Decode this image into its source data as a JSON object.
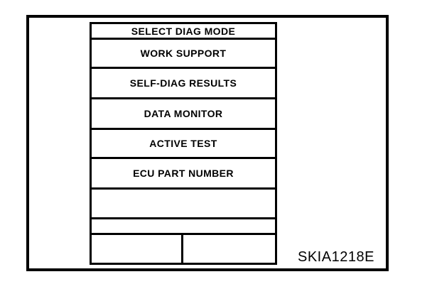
{
  "figure": {
    "code": "SKIA1218E"
  },
  "menu": {
    "title": "SELECT DIAG MODE",
    "items": [
      {
        "label": "WORK SUPPORT"
      },
      {
        "label": "SELF-DIAG RESULTS"
      },
      {
        "label": "DATA MONITOR"
      },
      {
        "label": "ACTIVE TEST"
      },
      {
        "label": "ECU PART NUMBER"
      }
    ]
  },
  "colors": {
    "foreground": "#000000",
    "background": "#ffffff"
  }
}
